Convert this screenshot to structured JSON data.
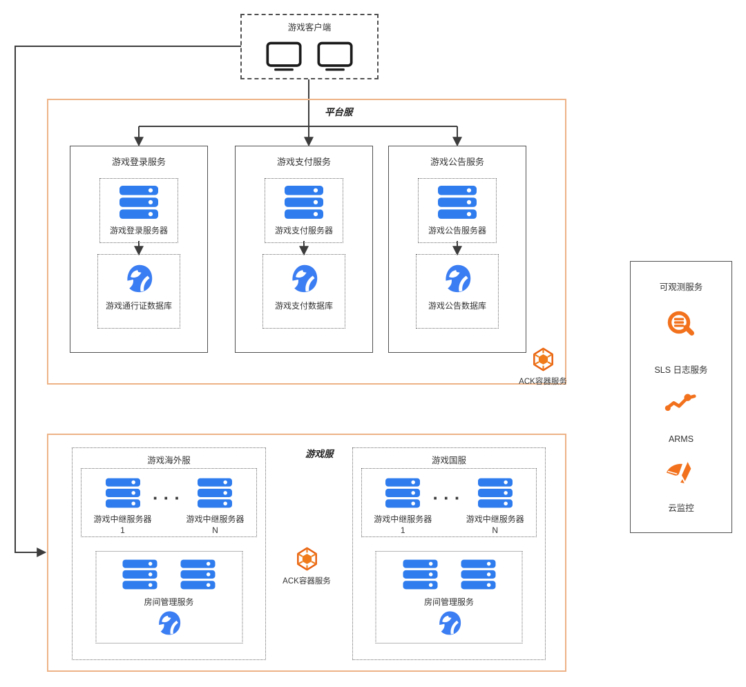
{
  "colors": {
    "accent_orange": "#F2711C",
    "ack_orange": "#E8600F",
    "icon_blue": "#2E7CEE",
    "polardb_blue": "#3B7DF2",
    "frame_orange": "#EDB286",
    "line_dark": "#3C3C3C"
  },
  "client": {
    "title": "游戏客户端"
  },
  "platform": {
    "title": "平台服",
    "ack_label": "ACK容器服务",
    "services": [
      {
        "title": "游戏登录服务",
        "server_label": "游戏登录服务器",
        "db_label": "游戏通行证数据库"
      },
      {
        "title": "游戏支付服务",
        "server_label": "游戏支付服务器",
        "db_label": "游戏支付数据库"
      },
      {
        "title": "游戏公告服务",
        "server_label": "游戏公告服务器",
        "db_label": "游戏公告数据库"
      }
    ]
  },
  "game": {
    "title": "游戏服",
    "ack_label": "ACK容器服务",
    "ellipsis": "···",
    "regions": [
      {
        "title": "游戏海外服",
        "relay_label": "游戏中继服务器",
        "relay_first": "1",
        "relay_last": "N",
        "room_label": "房间管理服务"
      },
      {
        "title": "游戏国服",
        "relay_label": "游戏中继服务器",
        "relay_first": "1",
        "relay_last": "N",
        "room_label": "房间管理服务"
      }
    ]
  },
  "observability": {
    "title": "可观测服务",
    "items": [
      {
        "label": "SLS 日志服务",
        "icon": "log-search-icon"
      },
      {
        "label": "ARMS",
        "icon": "line-chart-icon"
      },
      {
        "label": "云监控",
        "icon": "gauge-icon"
      }
    ]
  }
}
